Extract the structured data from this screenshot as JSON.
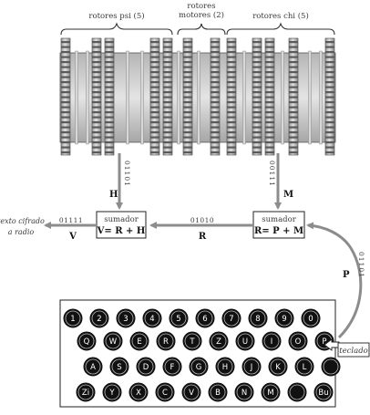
{
  "groups": {
    "psi": "rotores psi (5)",
    "motor_line1": "rotores",
    "motor_line2": "motores (2)",
    "chi": "rotores chi (5)"
  },
  "streams": {
    "left_bits": "01101",
    "right_bits": "00111",
    "teclado_bits": "01101",
    "mid_bits": "01010",
    "out_bits": "01111"
  },
  "letters": {
    "H": "H",
    "M": "M",
    "R": "R",
    "V": "V",
    "P": "P"
  },
  "adders": {
    "left_title": "sumador",
    "left_formula": "V= R + H",
    "right_title": "sumador",
    "right_formula": "R= P + M"
  },
  "output": {
    "line1": "texto cifrado",
    "line2": "a radio"
  },
  "keyboard": {
    "label": "teclado",
    "rows": [
      [
        "1",
        "2",
        "3",
        "4",
        "5",
        "6",
        "7",
        "8",
        "9",
        "0"
      ],
      [
        "Q",
        "W",
        "E",
        "R",
        "T",
        "Z",
        "U",
        "I",
        "O",
        "P"
      ],
      [
        "A",
        "S",
        "D",
        "F",
        "G",
        "H",
        "J",
        "K",
        "L",
        ""
      ],
      [
        "Zi",
        "Y",
        "X",
        "C",
        "V",
        "B",
        "N",
        "M",
        "",
        "Bu"
      ]
    ]
  },
  "colors": {
    "arrow": "#8c8c8c",
    "key": "#111111",
    "rotor_dark": "#6a6a6a"
  }
}
